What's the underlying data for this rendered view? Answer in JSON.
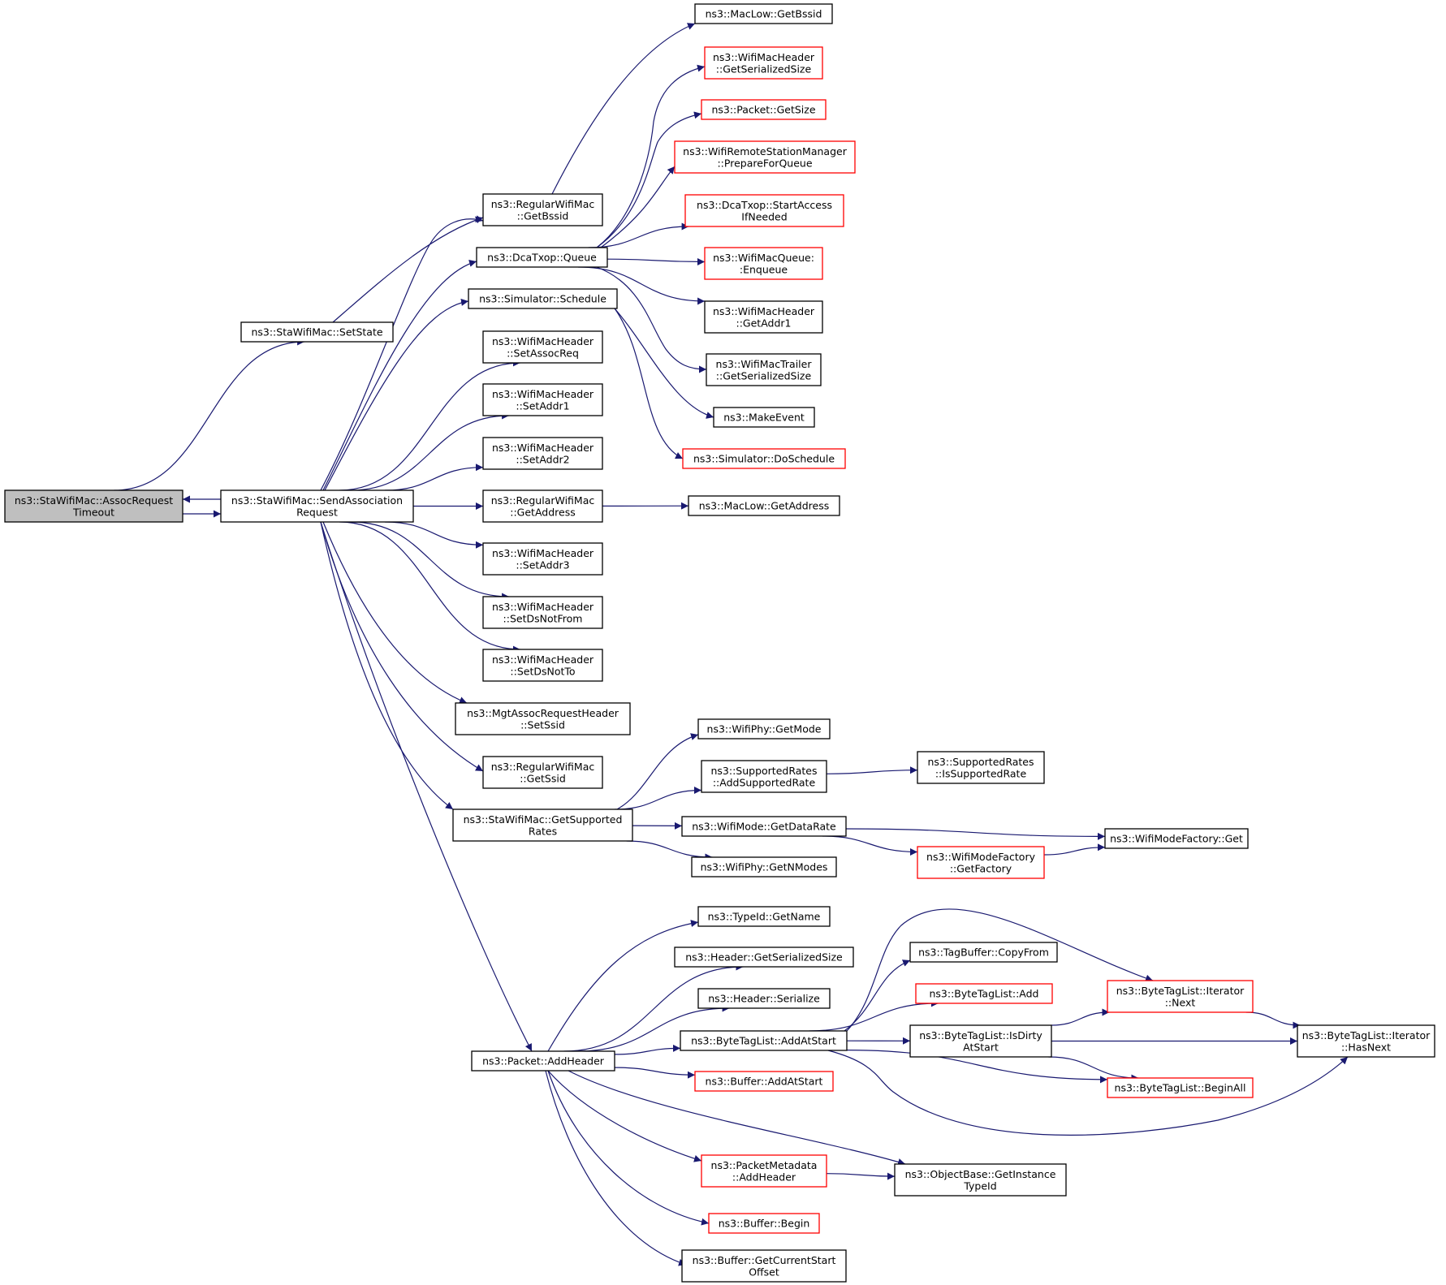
{
  "graph": {
    "edge_color": "#191970",
    "node_border_color": "#000000",
    "truncated_node_border_color": "#ff0000",
    "root_fill_color": "#bfbfbf",
    "nodes": [
      {
        "id": "assoc_timeout",
        "lines": [
          "ns3::StaWifiMac::AssocRequest",
          "Timeout"
        ],
        "root": true
      },
      {
        "id": "send_assoc",
        "lines": [
          "ns3::StaWifiMac::SendAssociation",
          "Request"
        ]
      },
      {
        "id": "set_state",
        "lines": [
          "ns3::StaWifiMac::SetState"
        ]
      },
      {
        "id": "reg_get_bssid",
        "lines": [
          "ns3::RegularWifiMac",
          "::GetBssid"
        ]
      },
      {
        "id": "mac_low_get_bssid",
        "lines": [
          "ns3::MacLow::GetBssid"
        ]
      },
      {
        "id": "dca_queue",
        "lines": [
          "ns3::DcaTxop::Queue"
        ]
      },
      {
        "id": "sim_schedule",
        "lines": [
          "ns3::Simulator::Schedule"
        ]
      },
      {
        "id": "set_assoc_req",
        "lines": [
          "ns3::WifiMacHeader",
          "::SetAssocReq"
        ]
      },
      {
        "id": "set_addr1",
        "lines": [
          "ns3::WifiMacHeader",
          "::SetAddr1"
        ]
      },
      {
        "id": "set_addr2",
        "lines": [
          "ns3::WifiMacHeader",
          "::SetAddr2"
        ]
      },
      {
        "id": "reg_get_address",
        "lines": [
          "ns3::RegularWifiMac",
          "::GetAddress"
        ]
      },
      {
        "id": "mac_low_get_address",
        "lines": [
          "ns3::MacLow::GetAddress"
        ]
      },
      {
        "id": "set_addr3",
        "lines": [
          "ns3::WifiMacHeader",
          "::SetAddr3"
        ]
      },
      {
        "id": "set_ds_not_from",
        "lines": [
          "ns3::WifiMacHeader",
          "::SetDsNotFrom"
        ]
      },
      {
        "id": "set_ds_not_to",
        "lines": [
          "ns3::WifiMacHeader",
          "::SetDsNotTo"
        ]
      },
      {
        "id": "mgt_set_ssid",
        "lines": [
          "ns3::MgtAssocRequestHeader",
          "::SetSsid"
        ]
      },
      {
        "id": "reg_get_ssid",
        "lines": [
          "ns3::RegularWifiMac",
          "::GetSsid"
        ]
      },
      {
        "id": "get_supported_rates",
        "lines": [
          "ns3::StaWifiMac::GetSupported",
          "Rates"
        ]
      },
      {
        "id": "packet_add_header",
        "lines": [
          "ns3::Packet::AddHeader"
        ]
      },
      {
        "id": "hdr_get_serialized_size",
        "lines": [
          "ns3::WifiMacHeader",
          "::GetSerializedSize"
        ],
        "truncated": true
      },
      {
        "id": "packet_get_size",
        "lines": [
          "ns3::Packet::GetSize"
        ],
        "truncated": true
      },
      {
        "id": "prepare_for_queue",
        "lines": [
          "ns3::WifiRemoteStationManager",
          "::PrepareForQueue"
        ],
        "truncated": true
      },
      {
        "id": "start_access",
        "lines": [
          "ns3::DcaTxop::StartAccess",
          "IfNeeded"
        ],
        "truncated": true
      },
      {
        "id": "mac_queue_enqueue",
        "lines": [
          "ns3::WifiMacQueue:",
          ":Enqueue"
        ],
        "truncated": true
      },
      {
        "id": "hdr_get_addr1",
        "lines": [
          "ns3::WifiMacHeader",
          "::GetAddr1"
        ]
      },
      {
        "id": "trailer_get_serialized_size",
        "lines": [
          "ns3::WifiMacTrailer",
          "::GetSerializedSize"
        ]
      },
      {
        "id": "make_event",
        "lines": [
          "ns3::MakeEvent"
        ]
      },
      {
        "id": "sim_do_schedule",
        "lines": [
          "ns3::Simulator::DoSchedule"
        ],
        "truncated": true
      },
      {
        "id": "phy_get_mode",
        "lines": [
          "ns3::WifiPhy::GetMode"
        ]
      },
      {
        "id": "add_supported_rate",
        "lines": [
          "ns3::SupportedRates",
          "::AddSupportedRate"
        ]
      },
      {
        "id": "is_supported_rate",
        "lines": [
          "ns3::SupportedRates",
          "::IsSupportedRate"
        ]
      },
      {
        "id": "mode_get_data_rate",
        "lines": [
          "ns3::WifiMode::GetDataRate"
        ]
      },
      {
        "id": "mode_factory_get",
        "lines": [
          "ns3::WifiModeFactory::Get"
        ]
      },
      {
        "id": "mode_factory_get_factory",
        "lines": [
          "ns3::WifiModeFactory",
          "::GetFactory"
        ],
        "truncated": true
      },
      {
        "id": "phy_get_n_modes",
        "lines": [
          "ns3::WifiPhy::GetNModes"
        ]
      },
      {
        "id": "typeid_get_name",
        "lines": [
          "ns3::TypeId::GetName"
        ]
      },
      {
        "id": "header_get_serialized_size",
        "lines": [
          "ns3::Header::GetSerializedSize"
        ]
      },
      {
        "id": "header_serialize",
        "lines": [
          "ns3::Header::Serialize"
        ]
      },
      {
        "id": "btl_add_at_start",
        "lines": [
          "ns3::ByteTagList::AddAtStart"
        ]
      },
      {
        "id": "buffer_add_at_start",
        "lines": [
          "ns3::Buffer::AddAtStart"
        ],
        "truncated": true
      },
      {
        "id": "pm_add_header",
        "lines": [
          "ns3::PacketMetadata",
          "::AddHeader"
        ],
        "truncated": true
      },
      {
        "id": "buffer_begin",
        "lines": [
          "ns3::Buffer::Begin"
        ],
        "truncated": true
      },
      {
        "id": "buffer_get_current_start_offset",
        "lines": [
          "ns3::Buffer::GetCurrentStart",
          "Offset"
        ]
      },
      {
        "id": "tag_buffer_copy_from",
        "lines": [
          "ns3::TagBuffer::CopyFrom"
        ]
      },
      {
        "id": "btl_add",
        "lines": [
          "ns3::ByteTagList::Add"
        ],
        "truncated": true
      },
      {
        "id": "btl_is_dirty",
        "lines": [
          "ns3::ByteTagList::IsDirty",
          "AtStart"
        ]
      },
      {
        "id": "btl_iter_next",
        "lines": [
          "ns3::ByteTagList::Iterator",
          "::Next"
        ],
        "truncated": true
      },
      {
        "id": "btl_begin_all",
        "lines": [
          "ns3::ByteTagList::BeginAll"
        ],
        "truncated": true
      },
      {
        "id": "btl_iter_has_next",
        "lines": [
          "ns3::ByteTagList::Iterator",
          "::HasNext"
        ]
      },
      {
        "id": "obj_get_instance_type_id",
        "lines": [
          "ns3::ObjectBase::GetInstance",
          "TypeId"
        ]
      }
    ],
    "edges": [
      [
        "assoc_timeout",
        "set_state"
      ],
      [
        "assoc_timeout",
        "send_assoc"
      ],
      [
        "send_assoc",
        "assoc_timeout"
      ],
      [
        "set_state",
        "reg_get_bssid"
      ],
      [
        "reg_get_bssid",
        "mac_low_get_bssid"
      ],
      [
        "send_assoc",
        "reg_get_bssid"
      ],
      [
        "send_assoc",
        "dca_queue"
      ],
      [
        "send_assoc",
        "sim_schedule"
      ],
      [
        "send_assoc",
        "set_assoc_req"
      ],
      [
        "send_assoc",
        "set_addr1"
      ],
      [
        "send_assoc",
        "set_addr2"
      ],
      [
        "send_assoc",
        "reg_get_address"
      ],
      [
        "send_assoc",
        "set_addr3"
      ],
      [
        "send_assoc",
        "set_ds_not_from"
      ],
      [
        "send_assoc",
        "set_ds_not_to"
      ],
      [
        "send_assoc",
        "mgt_set_ssid"
      ],
      [
        "send_assoc",
        "reg_get_ssid"
      ],
      [
        "send_assoc",
        "get_supported_rates"
      ],
      [
        "send_assoc",
        "packet_add_header"
      ],
      [
        "dca_queue",
        "hdr_get_serialized_size"
      ],
      [
        "dca_queue",
        "packet_get_size"
      ],
      [
        "dca_queue",
        "prepare_for_queue"
      ],
      [
        "dca_queue",
        "start_access"
      ],
      [
        "dca_queue",
        "mac_queue_enqueue"
      ],
      [
        "dca_queue",
        "hdr_get_addr1"
      ],
      [
        "dca_queue",
        "trailer_get_serialized_size"
      ],
      [
        "sim_schedule",
        "make_event"
      ],
      [
        "sim_schedule",
        "sim_do_schedule"
      ],
      [
        "reg_get_address",
        "mac_low_get_address"
      ],
      [
        "get_supported_rates",
        "phy_get_mode"
      ],
      [
        "get_supported_rates",
        "add_supported_rate"
      ],
      [
        "get_supported_rates",
        "mode_get_data_rate"
      ],
      [
        "get_supported_rates",
        "phy_get_n_modes"
      ],
      [
        "add_supported_rate",
        "is_supported_rate"
      ],
      [
        "mode_get_data_rate",
        "mode_factory_get"
      ],
      [
        "mode_get_data_rate",
        "mode_factory_get_factory"
      ],
      [
        "mode_factory_get_factory",
        "mode_factory_get"
      ],
      [
        "packet_add_header",
        "typeid_get_name"
      ],
      [
        "packet_add_header",
        "header_get_serialized_size"
      ],
      [
        "packet_add_header",
        "header_serialize"
      ],
      [
        "packet_add_header",
        "btl_add_at_start"
      ],
      [
        "packet_add_header",
        "buffer_add_at_start"
      ],
      [
        "packet_add_header",
        "obj_get_instance_type_id"
      ],
      [
        "packet_add_header",
        "pm_add_header"
      ],
      [
        "packet_add_header",
        "buffer_begin"
      ],
      [
        "packet_add_header",
        "buffer_get_current_start_offset"
      ],
      [
        "btl_add_at_start",
        "tag_buffer_copy_from"
      ],
      [
        "btl_add_at_start",
        "btl_add"
      ],
      [
        "btl_add_at_start",
        "btl_is_dirty"
      ],
      [
        "btl_add_at_start",
        "btl_iter_next"
      ],
      [
        "btl_add_at_start",
        "btl_begin_all"
      ],
      [
        "btl_add_at_start",
        "btl_iter_has_next"
      ],
      [
        "btl_is_dirty",
        "btl_iter_next"
      ],
      [
        "btl_is_dirty",
        "btl_iter_has_next"
      ],
      [
        "btl_is_dirty",
        "btl_begin_all"
      ],
      [
        "btl_iter_next",
        "btl_iter_has_next"
      ],
      [
        "pm_add_header",
        "obj_get_instance_type_id"
      ]
    ]
  }
}
